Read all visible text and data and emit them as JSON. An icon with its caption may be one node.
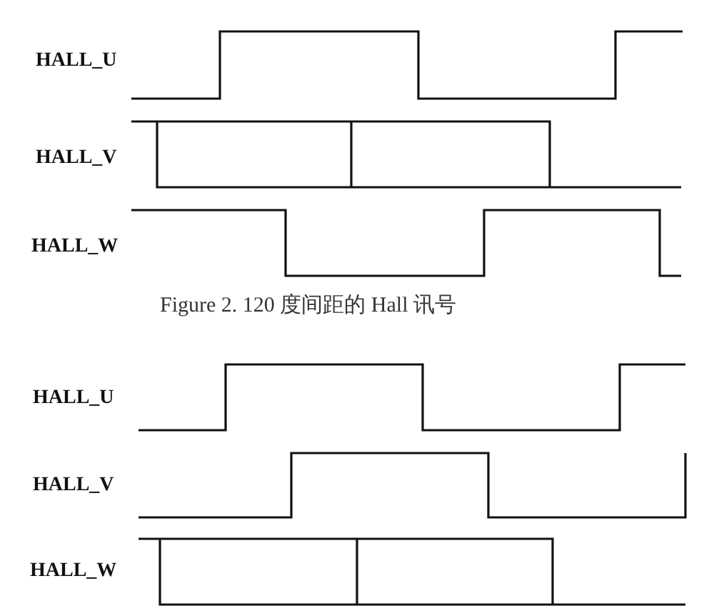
{
  "diagram": {
    "caption": "Figure 2. 120 度间距的 Hall 讯号",
    "labels": [
      "HALL_U",
      "HALL_V",
      "HALL_W",
      "HALL_U",
      "HALL_V",
      "HALL_W"
    ]
  }
}
